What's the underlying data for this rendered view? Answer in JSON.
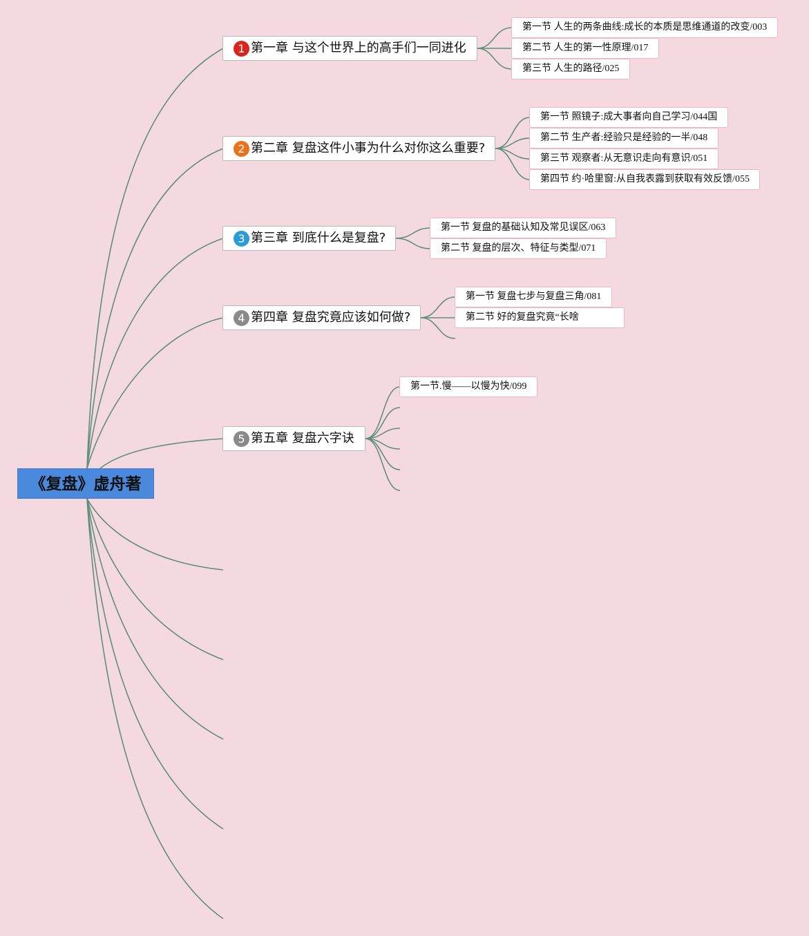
{
  "root": {
    "title": "《复盘》虚舟著"
  },
  "colors": {
    "background": "#f4d9e1",
    "root_fill": "#4a89dc",
    "connector": "#5f8f7a",
    "badge_1": "#d7261e",
    "badge_2": "#e8731a",
    "badge_3": "#2b9bd6",
    "badge_4": "#8a8a8a",
    "badge_5": "#8a8a8a"
  },
  "chapters": [
    {
      "badge": "1",
      "title": "第一章 与这个世界上的高手们一同进化",
      "sections": [
        "第一节 人生的两条曲线:成长的本质是思维通道的改变/003",
        "第二节 人生的第一性原理/017",
        "第三节 人生的路径/025"
      ]
    },
    {
      "badge": "2",
      "title": "第二章 复盘这件小事为什么对你这么重要?",
      "sections": [
        "第一节 照镜子:成大事者向自己学习/044国",
        "第二节 生产者:经验只是经验的一半/048",
        "第三节 观察者:从无意识走向有意识/051",
        "第四节 约·哈里窗:从自我表露到获取有效反馈/055"
      ]
    },
    {
      "badge": "3",
      "title": "第三章 到底什么是复盘?",
      "sections": [
        "第一节 复盘的基础认知及常见误区/063",
        "第二节 复盘的层次、特征与类型/071"
      ]
    },
    {
      "badge": "4",
      "title": "第四章 复盘究竟应该如何做?",
      "sections": [
        "第一节 复盘七步与复盘三角/081",
        "第二节 好的复盘究竟“长啥"
      ]
    },
    {
      "badge": "5",
      "title": "第五章 复盘六字诀",
      "sections": [
        "第一节.慢——以慢为快/099"
      ]
    }
  ]
}
